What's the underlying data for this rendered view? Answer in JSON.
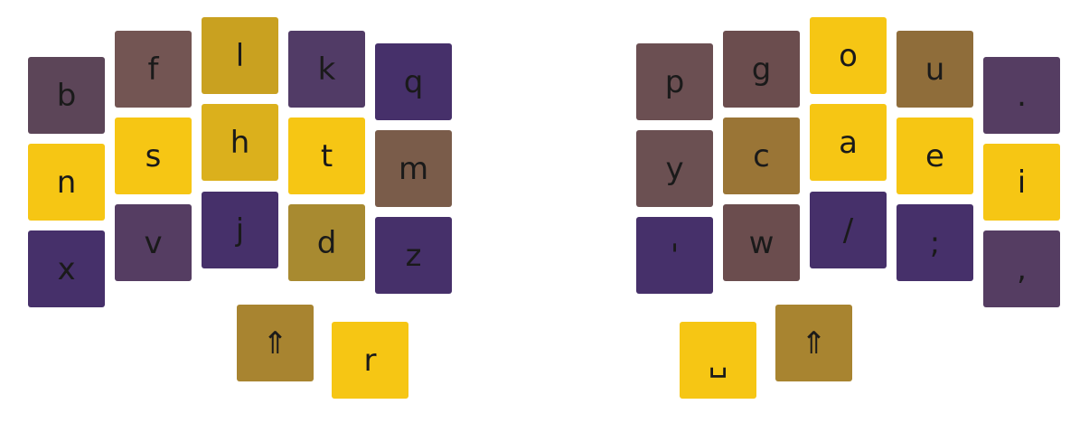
{
  "colors": {
    "yellow": "#f6c614",
    "golden": "#e0b21a",
    "dark-gold": "#c9a120",
    "olive-gold": "#a88430",
    "bronze": "#8f6d3a",
    "brown": "#7a5a4a",
    "mauve-brown": "#6b4d4e",
    "plum": "#553d62",
    "deep-purple": "#46306a"
  },
  "left_half": {
    "keys": [
      {
        "label": "b",
        "color": "#5c4558"
      },
      {
        "label": "n",
        "color": "#f6c614"
      },
      {
        "label": "x",
        "color": "#46306a"
      },
      {
        "label": "f",
        "color": "#735553"
      },
      {
        "label": "s",
        "color": "#f6c614"
      },
      {
        "label": "v",
        "color": "#553d62"
      },
      {
        "label": "l",
        "color": "#c9a120"
      },
      {
        "label": "h",
        "color": "#dbb01c"
      },
      {
        "label": "j",
        "color": "#46306a"
      },
      {
        "label": "k",
        "color": "#513b66"
      },
      {
        "label": "t",
        "color": "#f6c614"
      },
      {
        "label": "d",
        "color": "#a88a30"
      },
      {
        "label": "q",
        "color": "#46306a"
      },
      {
        "label": "m",
        "color": "#7a5c4a"
      },
      {
        "label": "z",
        "color": "#46306a"
      },
      {
        "label": "⇑",
        "color": "#a88430"
      },
      {
        "label": "r",
        "color": "#f6c614"
      }
    ]
  },
  "right_half": {
    "keys": [
      {
        "label": "p",
        "color": "#6b4f52"
      },
      {
        "label": "y",
        "color": "#6b5052"
      },
      {
        "label": "'",
        "color": "#46306a"
      },
      {
        "label": "g",
        "color": "#6b4d4e"
      },
      {
        "label": "c",
        "color": "#9a7536"
      },
      {
        "label": "w",
        "color": "#6b4d4e"
      },
      {
        "label": "o",
        "color": "#f6c614"
      },
      {
        "label": "a",
        "color": "#f6c614"
      },
      {
        "label": "/",
        "color": "#46306a"
      },
      {
        "label": "u",
        "color": "#8f6d3a"
      },
      {
        "label": "e",
        "color": "#f6c614"
      },
      {
        "label": ";",
        "color": "#46306a"
      },
      {
        "label": ".",
        "color": "#553d62"
      },
      {
        "label": "i",
        "color": "#f6c614"
      },
      {
        "label": ",",
        "color": "#553d62"
      },
      {
        "label": "␣",
        "color": "#f6c614"
      },
      {
        "label": "⇑",
        "color": "#a88430"
      }
    ]
  }
}
